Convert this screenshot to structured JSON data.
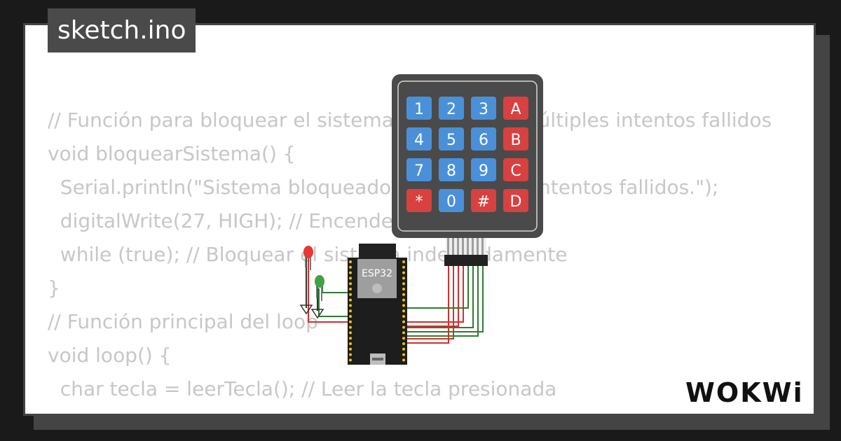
{
  "tab": {
    "label": "sketch.ino"
  },
  "code_lines": [
    "// Función para bloquear el sistema después de múltiples intentos fallidos",
    "void bloquearSistema() {",
    "  Serial.println(\"Sistema bloqueado por múltiples intentos fallidos.\");",
    "  digitalWrite(27, HIGH); // Encender LED rojo",
    "  while (true); // Bloquear el sistema indefinidamente",
    "}",
    "// Función principal del loop",
    "void loop() {",
    "  char tecla = leerTecla(); // Leer la tecla presionada"
  ],
  "keypad": {
    "keys": [
      "1",
      "2",
      "3",
      "A",
      "4",
      "5",
      "6",
      "B",
      "7",
      "8",
      "9",
      "C",
      "*",
      "0",
      "#",
      "D"
    ],
    "number_color": "#4a90d9",
    "letter_color": "#d94040"
  },
  "board": {
    "label": "ESP32"
  },
  "leds": [
    {
      "color": "red",
      "hex": "#e53935"
    },
    {
      "color": "green",
      "hex": "#43a047"
    }
  ],
  "logo": {
    "text": "WOKWi"
  }
}
